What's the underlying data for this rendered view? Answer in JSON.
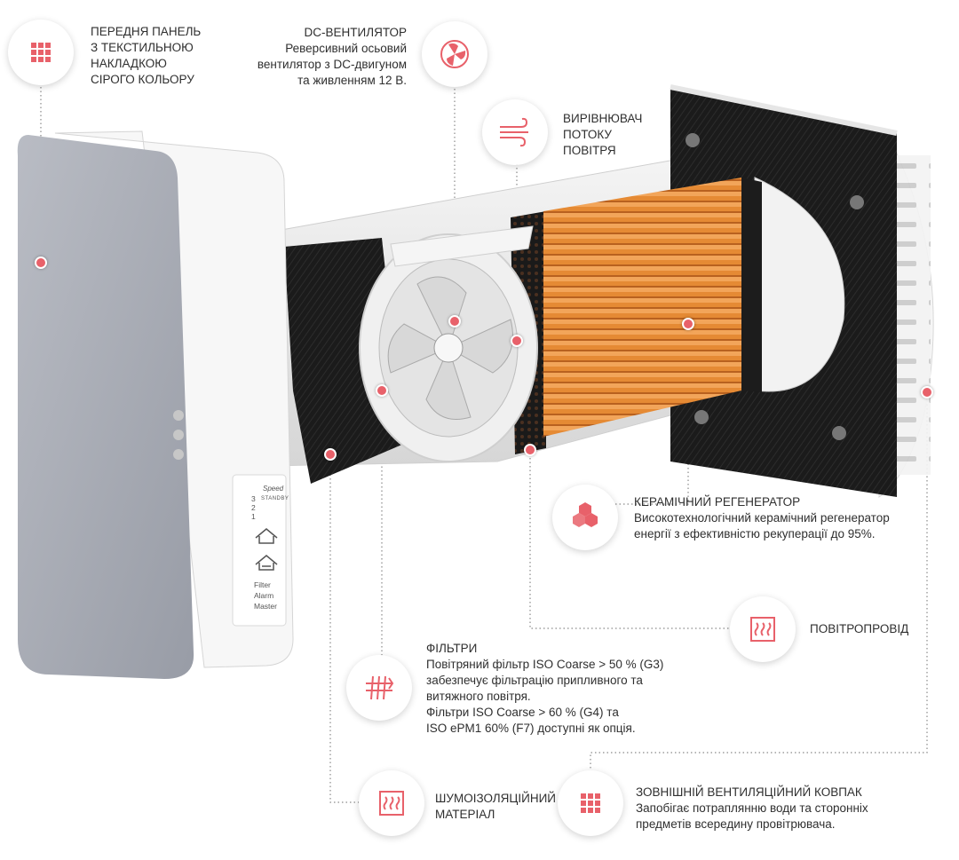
{
  "colors": {
    "accent": "#e8616a",
    "ceramic": "#e0822e",
    "panel": "#a9adb6",
    "foam": "#1e1e1e"
  },
  "callouts": {
    "front_panel": {
      "icon": "grid-icon",
      "lines": [
        "ПЕРЕДНЯ ПАНЕЛЬ",
        "З ТЕКСТИЛЬНОЮ",
        "НАКЛАДКОЮ",
        "СІРОГО КОЛЬОРУ"
      ]
    },
    "dc_fan": {
      "icon": "fan-icon",
      "title": "DC-ВЕНТИЛЯТОР",
      "lines": [
        "Реверсивний осьовий",
        "вентилятор з DC-двигуном",
        "та живленням 12 В."
      ]
    },
    "flow_straightener": {
      "icon": "wind-icon",
      "lines": [
        "ВИРІВНЮВАЧ",
        "ПОТОКУ",
        "ПОВІТРЯ"
      ]
    },
    "ceramic_regenerator": {
      "icon": "hexagons-icon",
      "title": "КЕРАМІЧНИЙ РЕГЕНЕРАТОР",
      "lines": [
        "Високотехнологічний керамічний регенератор",
        "енергії з ефективністю рекуперації до 95%."
      ]
    },
    "air_duct": {
      "icon": "heat-icon",
      "title": "ПОВІТРОПРОВІД"
    },
    "filters": {
      "icon": "filter-icon",
      "title": "ФІЛЬТРИ",
      "lines": [
        "Повітряний фільтр ISO Coarse > 50 % (G3)",
        "забезпечує фільтрацію припливного та",
        "витяжного повітря.",
        "Фільтри ISO Coarse > 60 % (G4) та",
        "ISO ePM1 60% (F7) доступні як опція."
      ]
    },
    "insulation": {
      "icon": "heat-icon",
      "lines": [
        "ШУМОІЗОЛЯЦІЙНИЙ",
        "МАТЕРІАЛ"
      ]
    },
    "outer_hood": {
      "icon": "grid-icon",
      "title": "ЗОВНІШНІЙ ВЕНТИЛЯЦІЙНИЙ КОВПАК",
      "lines": [
        "Запобігає потраплянню води та сторонніх",
        "предметів всередину провітрювача."
      ]
    }
  },
  "control_panel": {
    "speed_label": "Speed",
    "speed_sub": "STANDBY",
    "speed_levels": [
      "3",
      "2",
      "1"
    ],
    "indicators": [
      "Filter",
      "Alarm",
      "Master"
    ]
  }
}
